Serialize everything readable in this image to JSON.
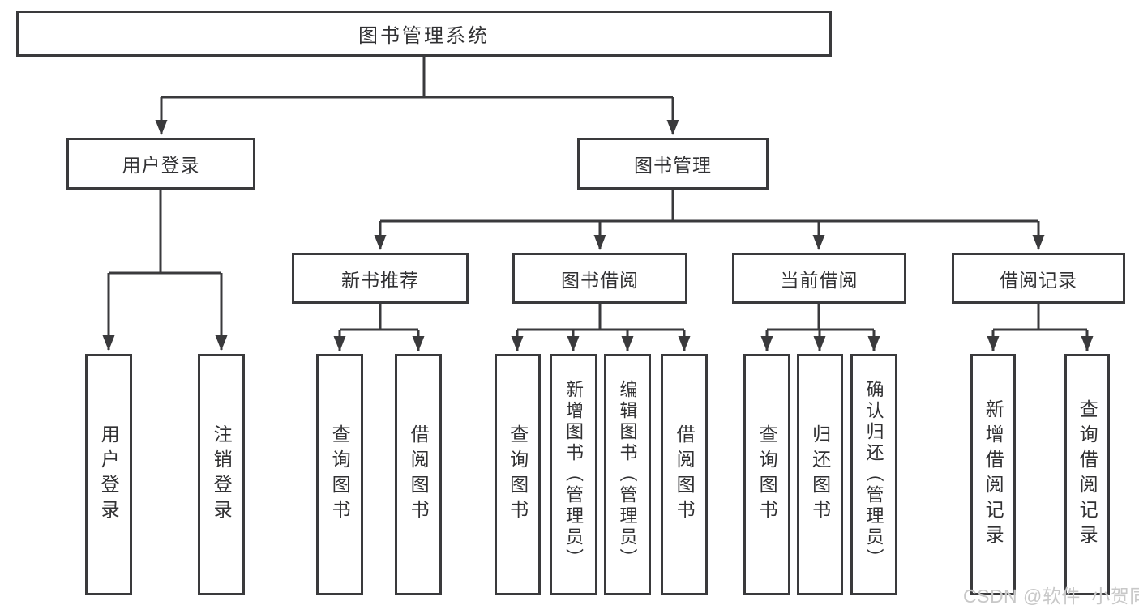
{
  "diagram": {
    "root": {
      "label": "图书管理系统"
    },
    "branches": [
      {
        "label": "用户登录",
        "children": [
          {
            "label": "用户登录"
          },
          {
            "label": "注销登录"
          }
        ]
      },
      {
        "label": "图书管理",
        "children": [
          {
            "label": "新书推荐",
            "children": [
              {
                "label": "查询图书"
              },
              {
                "label": "借阅图书"
              }
            ]
          },
          {
            "label": "图书借阅",
            "children": [
              {
                "label": "查询图书"
              },
              {
                "label": "新增图书（管理员）"
              },
              {
                "label": "编辑图书（管理员）"
              },
              {
                "label": "借阅图书"
              }
            ]
          },
          {
            "label": "当前借阅",
            "children": [
              {
                "label": "查询图书"
              },
              {
                "label": "归还图书"
              },
              {
                "label": "确认归还（管理员）"
              }
            ]
          },
          {
            "label": "借阅记录",
            "children": [
              {
                "label": "新增借阅记录"
              },
              {
                "label": "查询借阅记录"
              }
            ]
          }
        ]
      }
    ]
  },
  "watermark": {
    "text": "CSDN @软件_小贺同学"
  },
  "colors": {
    "line": "#3a3a3c",
    "text": "#313133",
    "background": "#ffffff",
    "watermark": "#c8c8c8"
  }
}
